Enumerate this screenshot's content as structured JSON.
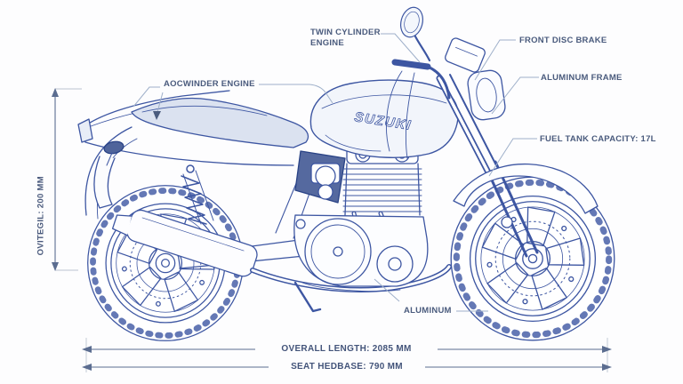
{
  "diagram": {
    "brand": "SUZUKI",
    "callouts": {
      "twin_cylinder": "TWIN CYLINDER ENGINE",
      "front_disc_brake": "FRONT DISC BRAKE",
      "aluminum_frame": "ALUMINUM FRAME",
      "fuel_tank": "FUEL TANK CAPACITY: 17L",
      "engine": "AOCWINDER ENGINE",
      "aluminum": "ALUMINUM"
    },
    "dimensions": {
      "height": "OVITEGIL: 200 MM",
      "overall_length": "OVERALL LENGTH: 2085 MM",
      "seat_wheelbase": "SEAT HEDBASE: 790 MM"
    },
    "colors": {
      "line_blue": "#3d56a2",
      "label_blue": "#4a5b7d",
      "panel_navy": "#55699f"
    }
  }
}
